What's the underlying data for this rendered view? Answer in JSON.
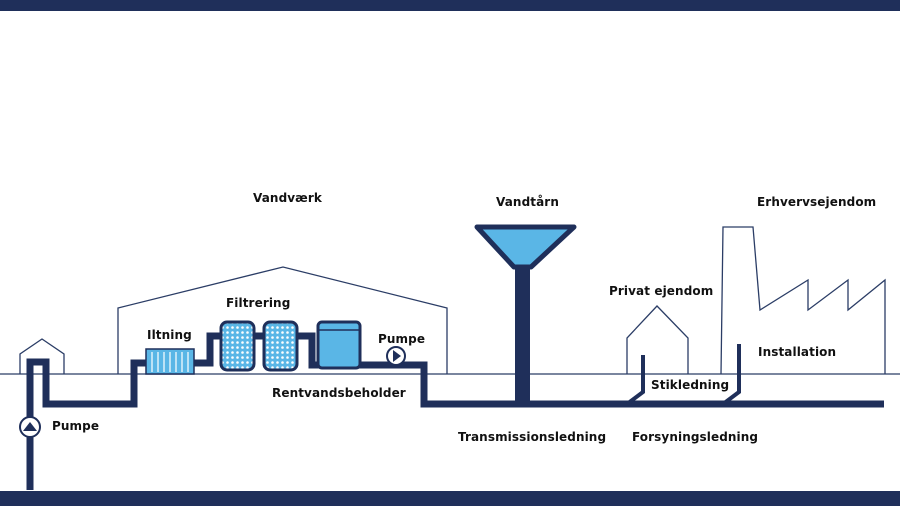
{
  "colors": {
    "frame": "#1f2f5a",
    "pipe": "#1f2f5a",
    "water": "#5ab6e6",
    "outline": "#2b3d66"
  },
  "icons": {
    "pump_left": "pump-icon",
    "pump_plant": "pump-icon"
  },
  "labels": {
    "waterworks": "Vandværk",
    "aeration": "Iltning",
    "filtration": "Filtrering",
    "pump_plant": "Pumpe",
    "clean_water_tank": "Rentvandsbeholder",
    "pump_well": "Pumpe",
    "water_tower": "Vandtårn",
    "private_property": "Privat ejendom",
    "commercial_property": "Erhvervsejendom",
    "installation": "Installation",
    "service_line": "Stikledning",
    "transmission_line": "Transmissionsledning",
    "supply_line": "Forsyningsledning"
  }
}
